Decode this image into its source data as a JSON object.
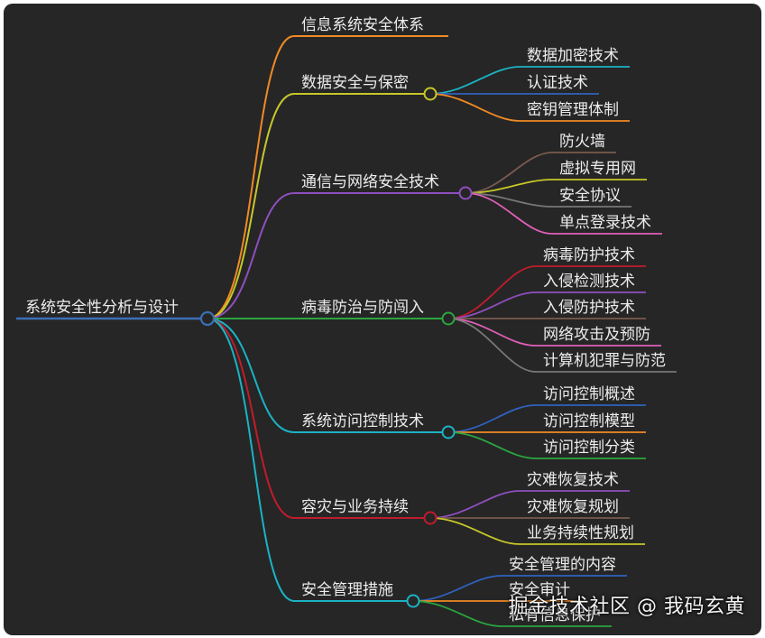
{
  "root": {
    "label": "系统安全性分析与设计",
    "color": "#3b6fb6"
  },
  "branches": [
    {
      "label": "信息系统安全体系",
      "color": "#f08a24",
      "children": []
    },
    {
      "label": "数据安全与保密",
      "color": "#c7c72a",
      "children": [
        {
          "label": "数据加密技术",
          "color": "#1bb3c4"
        },
        {
          "label": "认证技术",
          "color": "#2f62c0"
        },
        {
          "label": "密钥管理体制",
          "color": "#f08a24"
        }
      ]
    },
    {
      "label": "通信与网络安全技术",
      "color": "#8e4fbf",
      "children": [
        {
          "label": "防火墙",
          "color": "#7a5a4e"
        },
        {
          "label": "虚拟专用网",
          "color": "#c7c72a"
        },
        {
          "label": "安全协议",
          "color": "#777777"
        },
        {
          "label": "单点登录技术",
          "color": "#e060b8"
        }
      ]
    },
    {
      "label": "病毒防治与防闯入",
      "color": "#2aa640",
      "children": [
        {
          "label": "病毒防护技术",
          "color": "#c01c2c"
        },
        {
          "label": "入侵检测技术",
          "color": "#8e4fbf"
        },
        {
          "label": "入侵防护技术",
          "color": "#7a5a4e"
        },
        {
          "label": "网络攻击及预防",
          "color": "#e060b8"
        },
        {
          "label": "计算机犯罪与防范",
          "color": "#777777"
        }
      ]
    },
    {
      "label": "系统访问控制技术",
      "color": "#1bb3c4",
      "children": [
        {
          "label": "访问控制概述",
          "color": "#2f62c0"
        },
        {
          "label": "访问控制模型",
          "color": "#f08a24"
        },
        {
          "label": "访问控制分类",
          "color": "#2aa640"
        }
      ]
    },
    {
      "label": "容灾与业务持续",
      "color": "#c01c2c",
      "children": [
        {
          "label": "灾难恢复技术",
          "color": "#8e4fbf"
        },
        {
          "label": "灾难恢复规划",
          "color": "#7a5a4e"
        },
        {
          "label": "业务持续性规划",
          "color": "#c7c72a"
        }
      ]
    },
    {
      "label": "安全管理措施",
      "color": "#1bb3c4",
      "children": [
        {
          "label": "安全管理的内容",
          "color": "#2f62c0"
        },
        {
          "label": "安全审计",
          "color": "#f08a24"
        },
        {
          "label": "私有信息保护",
          "color": "#2aa640"
        }
      ]
    }
  ],
  "watermark": "掘金技术社区 @ 我码玄黄"
}
